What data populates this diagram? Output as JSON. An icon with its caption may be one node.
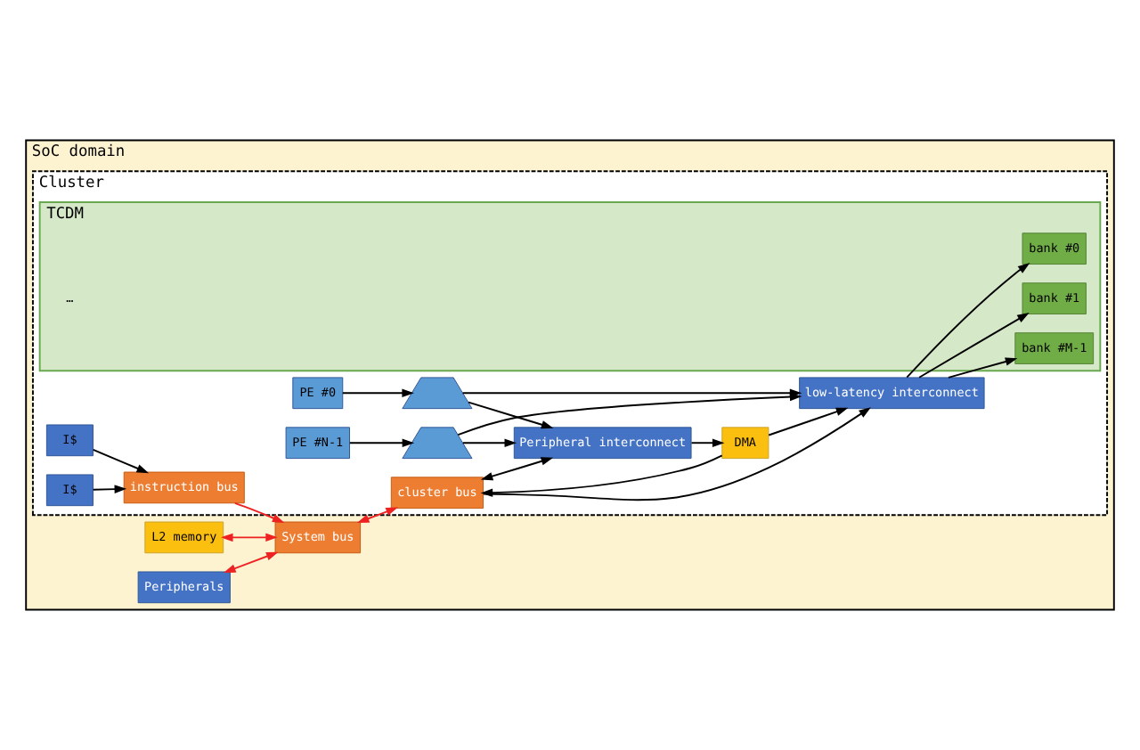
{
  "diagram": {
    "nodes": [
      {
        "text": [
          "SoC domain"
        ]
      },
      {
        "text": [
          "Cluster"
        ],
        "in": 0
      },
      {
        "text": [
          "TCDM"
        ],
        "in": 1
      },
      {
        "text": [
          "bank #0"
        ],
        "in": 2
      },
      {
        "text": [
          "bank #1"
        ],
        "in": 2
      },
      {
        "text": [
          "bank #M-1"
        ],
        "in": 2
      },
      {
        "text": [
          "L2 memory"
        ],
        "in": 0
      },
      {
        "text": [
          "Peripherals"
        ],
        "in": 0
      },
      {
        "text": [
          "System bus"
        ],
        "in": 0
      },
      {
        "text": [
          "cluster bus"
        ],
        "in": 1
      },
      {
        "text": [
          "DMA"
        ],
        "in": 1
      },
      {
        "text": [
          "Peripheral interconnect"
        ],
        "in": 1
      },
      {
        "text": [
          "low-latency interconnect"
        ],
        "in": 1
      },
      {
        "text": [],
        "shape": "trapezoid",
        "in": 1
      },
      {
        "text": [],
        "shape": "trapezoid",
        "in": 1
      },
      {
        "text": [
          "PE #0"
        ],
        "in": 1
      },
      {
        "text": [
          "I$"
        ],
        "in": 1
      },
      {
        "text": [
          "PE #N-1"
        ],
        "in": 1
      },
      {
        "text": [
          "I$"
        ],
        "in": 1
      },
      {
        "text": [
          "instruction bus"
        ],
        "in": 1
      }
    ],
    "edges": [
      {
        "from": 6,
        "to": 8,
        "arrow": "both",
        "color": "#ee2222"
      },
      {
        "from": 7,
        "to": 8,
        "arrow": "both",
        "color": "#ee2222"
      },
      {
        "from": 8,
        "to": 9,
        "arrow": "both",
        "color": "#ee2222"
      },
      {
        "from": 19,
        "to": 8,
        "arrow": "to",
        "color": "#ee2222"
      },
      {
        "from": 10,
        "to": 9,
        "arrow": "to"
      },
      {
        "from": 11,
        "to": 10,
        "arrow": "to"
      },
      {
        "from": 10,
        "to": 12,
        "arrow": "to"
      },
      {
        "from": 9,
        "to": 12,
        "arrow": "to"
      },
      {
        "from": 9,
        "to": 11,
        "arrow": "both"
      },
      {
        "from": 12,
        "to": 3,
        "arrow": "to"
      },
      {
        "from": 12,
        "to": 4,
        "arrow": "to"
      },
      {
        "from": 12,
        "to": 5,
        "arrow": "to"
      },
      {
        "from": 13,
        "to": 12,
        "arrow": "to"
      },
      {
        "from": 14,
        "to": 12,
        "arrow": "to"
      },
      {
        "from": 13,
        "to": 11,
        "arrow": "to"
      },
      {
        "from": 14,
        "to": 11,
        "arrow": "to"
      },
      {
        "from": 15,
        "to": 13,
        "arrow": "to"
      },
      {
        "from": 17,
        "to": 14,
        "arrow": "to"
      },
      {
        "from": 16,
        "to": 19,
        "arrow": "to"
      },
      {
        "from": 18,
        "to": 19,
        "arrow": "to"
      }
    ],
    "labels": [
      "…"
    ]
  }
}
